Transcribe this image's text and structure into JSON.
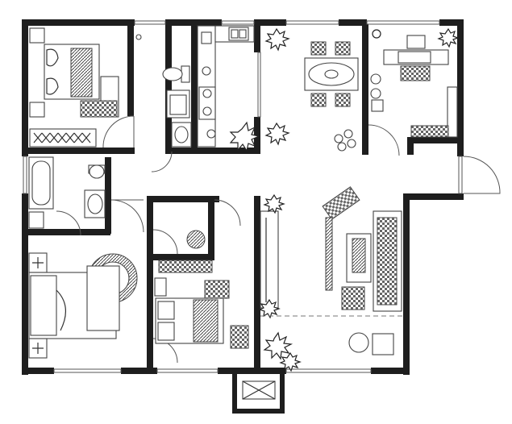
{
  "plan": {
    "rooms": [
      {
        "id": "bedroom-top-left",
        "type": "bedroom"
      },
      {
        "id": "toilet-top",
        "type": "bathroom"
      },
      {
        "id": "kitchen",
        "type": "kitchen"
      },
      {
        "id": "dining",
        "type": "dining"
      },
      {
        "id": "study",
        "type": "study"
      },
      {
        "id": "bathroom-left",
        "type": "bathroom"
      },
      {
        "id": "master-bedroom",
        "type": "bedroom"
      },
      {
        "id": "closet",
        "type": "storage"
      },
      {
        "id": "bedroom-middle",
        "type": "bedroom"
      },
      {
        "id": "living-room",
        "type": "living"
      },
      {
        "id": "balcony",
        "type": "balcony"
      }
    ],
    "icons": {
      "bed": "bed-icon",
      "toilet": "toilet-icon",
      "sink": "sink-icon",
      "bathtub": "bathtub-icon",
      "stove": "stove-icon",
      "dining_table": "dining-table-icon",
      "sofa": "sofa-icon",
      "desk": "desk-icon",
      "plant": "plant-icon",
      "door": "door-swing-icon"
    },
    "colors": {
      "wall": "#1e1e1e",
      "line": "#444444",
      "background": "#ffffff"
    }
  }
}
